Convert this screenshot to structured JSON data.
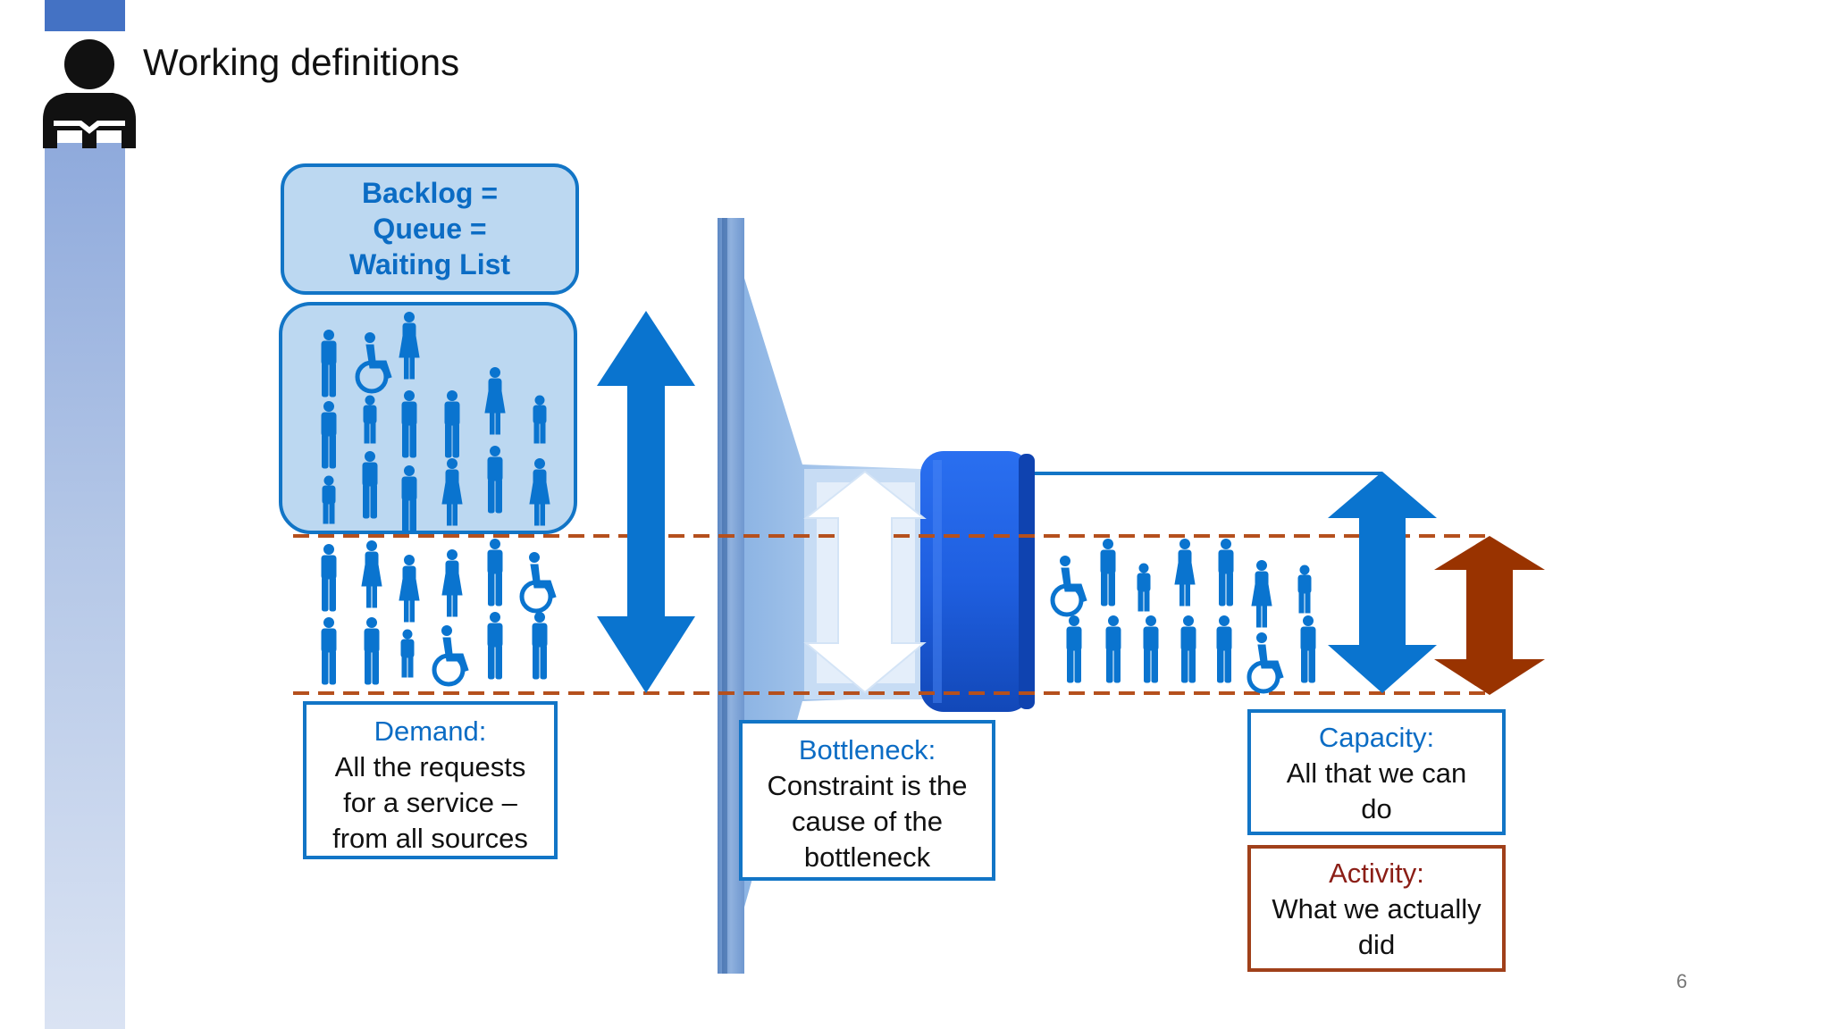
{
  "slide": {
    "title": "Working definitions",
    "slide_number": "6"
  },
  "diagram": {
    "backlog": {
      "lines": [
        "Backlog =",
        "Queue =",
        "Waiting List"
      ]
    },
    "demand": {
      "heading": "Demand:",
      "lines": [
        "All the requests",
        "for a service –",
        "from all sources"
      ]
    },
    "bottleneck": {
      "heading": "Bottleneck:",
      "lines": [
        "Constraint is the",
        "cause of the",
        "bottleneck"
      ]
    },
    "capacity": {
      "heading": "Capacity:",
      "lines": [
        "All that we can",
        "do"
      ]
    },
    "activity": {
      "heading": "Activity:",
      "lines": [
        "What we actually",
        "did"
      ]
    }
  },
  "colors": {
    "accent_blue": "#1275c6",
    "arrow_blue": "#0a74cf",
    "activity_brown": "#993300",
    "dashed_line": "#b5501d",
    "bottle_blue": "#1e5ee0",
    "sidebar_blue": "#4472c4"
  },
  "icons": [
    "reader-icon",
    "person-icon",
    "wheelchair-icon",
    "double-arrow-icon"
  ]
}
